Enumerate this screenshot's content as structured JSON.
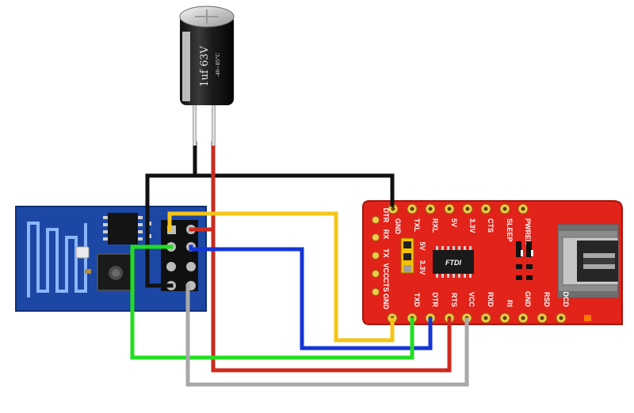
{
  "capacitor": {
    "rating": "1uf 63V",
    "temp": "-40~85°C"
  },
  "ftdi": {
    "chip_label": "FTDI",
    "top_pins": [
      "GND",
      "TXL",
      "RXL",
      "5V",
      "3.3V",
      "CTS",
      "SLEEP",
      "PWREN"
    ],
    "left_labels": [
      "DTR",
      "RX",
      "TX",
      "VCC",
      "CTS",
      "GND"
    ],
    "bottom_pins": [
      "GND",
      "TXD",
      "DTR",
      "RTS",
      "VCC",
      "RXD",
      "RI",
      "GND",
      "RSD",
      "DCD"
    ],
    "jumper_labels": [
      "5V",
      "3.3V"
    ]
  },
  "wires": [
    {
      "id": "gnd",
      "color": "#111111"
    },
    {
      "id": "vcc",
      "color": "#cc2a1e"
    },
    {
      "id": "tx",
      "color": "#f5c518"
    },
    {
      "id": "rx",
      "color": "#1436d6"
    },
    {
      "id": "gpio0",
      "color": "#22dd22"
    },
    {
      "id": "ch_pd",
      "color": "#a8a8a8"
    }
  ]
}
